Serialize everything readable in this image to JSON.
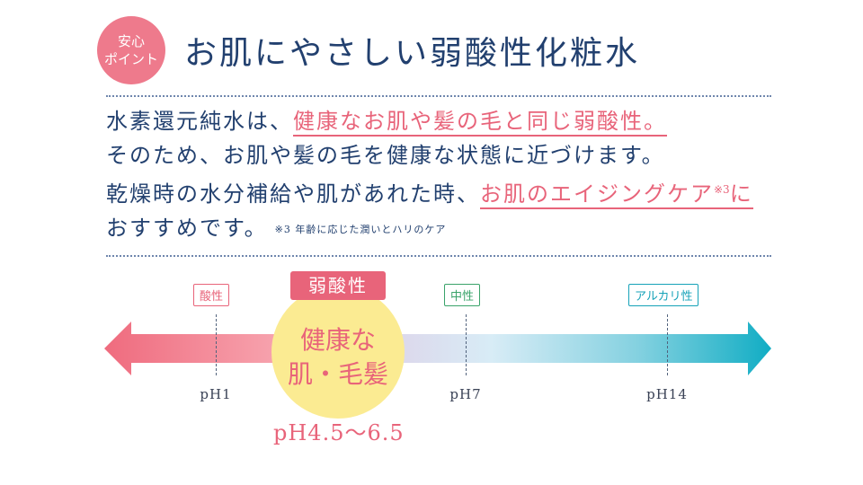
{
  "badge": {
    "line1": "安心",
    "line2": "ポイント"
  },
  "title": "お肌にやさしい弱酸性化粧水",
  "body": {
    "l1_a": "水素還元純水は、",
    "l1_b": "健康なお肌や髪の毛と同じ弱酸性。",
    "l2": "そのため、お肌や髪の毛を健康な状態に近づけます。",
    "l3_a": "乾燥時の水分補給や肌があれた時、",
    "l3_b": "お肌のエイジングケア",
    "l3_sup": "※3",
    "l3_c": "に",
    "l4": "おすすめです。",
    "note": "※3 年齢に応じた潤いとハリのケア"
  },
  "scale": {
    "acid_label": "酸性",
    "neutral_label": "中性",
    "alkaline_label": "アルカリ性",
    "ph1": "pH1",
    "ph7": "pH7",
    "ph14": "pH14",
    "weak_acid_label": "弱酸性",
    "healthy_line1": "健康な",
    "healthy_line2": "肌・毛髪",
    "healthy_range": "pH4.5〜6.5"
  },
  "colors": {
    "pink": "#e8647a",
    "navy": "#22406f",
    "teal": "#16b0c6",
    "green": "#3aa36a",
    "yellow": "#fbeb92"
  }
}
